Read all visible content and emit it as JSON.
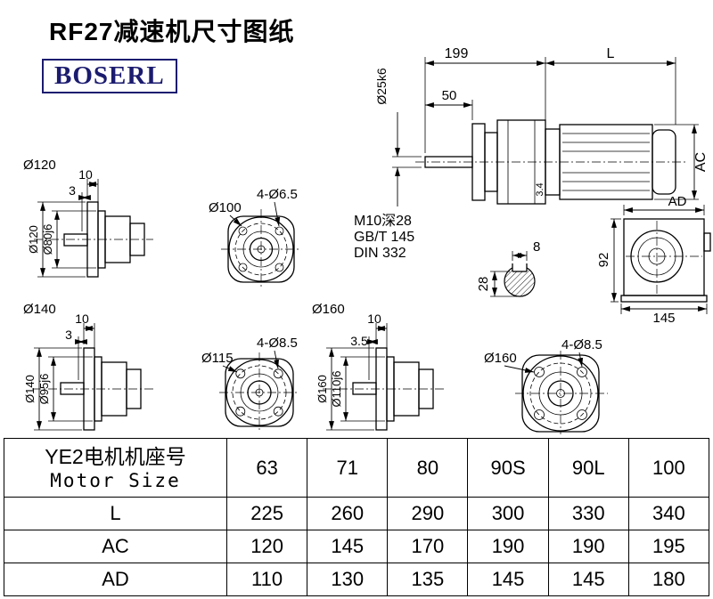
{
  "page": {
    "title": "RF27减速机尺寸图纸",
    "logo": "BOSERL"
  },
  "main_view": {
    "dim_199": "199",
    "dim_L": "L",
    "dim_50": "50",
    "dim_shaft": "Ø25k6",
    "dim_AC": "AC",
    "dim_34": "3.4",
    "note_tap": "M10深28",
    "note_gbt": "GB/T 145",
    "note_din": "DIN 332"
  },
  "side_view": {
    "dim_AD": "AD",
    "dim_92": "92",
    "dim_145": "145"
  },
  "key_section": {
    "dim_8": "8",
    "dim_28": "28"
  },
  "view_120": {
    "label": "Ø120",
    "dim_10": "10",
    "dim_3": "3",
    "dim_d1": "Ø120",
    "dim_d2": "Ø80j6"
  },
  "flange_100": {
    "dim_d": "Ø100",
    "dim_holes": "4-Ø6.5"
  },
  "view_140": {
    "label": "Ø140",
    "dim_10": "10",
    "dim_3": "3",
    "dim_d1": "Ø140",
    "dim_d2": "Ø95j6"
  },
  "flange_115": {
    "dim_d": "Ø115",
    "dim_holes": "4-Ø8.5"
  },
  "view_160": {
    "label": "Ø160",
    "dim_10": "10",
    "dim_35": "3.5",
    "dim_d1": "Ø160",
    "dim_d2": "Ø110j6"
  },
  "flange_160": {
    "dim_d": "Ø160",
    "dim_holes": "4-Ø8.5"
  },
  "table": {
    "header": {
      "cn": "YE2电机机座号",
      "en": "Motor Size"
    },
    "sizes": [
      "63",
      "71",
      "80",
      "90S",
      "90L",
      "100"
    ],
    "rows": [
      {
        "label": "L",
        "values": [
          "225",
          "260",
          "290",
          "300",
          "330",
          "340"
        ]
      },
      {
        "label": "AC",
        "values": [
          "120",
          "145",
          "170",
          "190",
          "190",
          "195"
        ]
      },
      {
        "label": "AD",
        "values": [
          "110",
          "130",
          "135",
          "145",
          "145",
          "180"
        ]
      }
    ]
  }
}
